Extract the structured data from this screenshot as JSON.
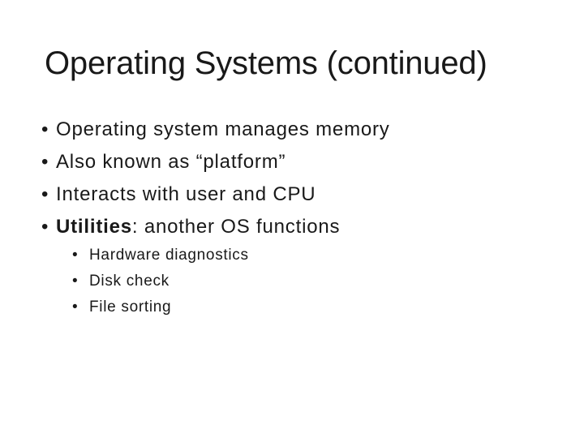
{
  "slide": {
    "title": "Operating Systems (continued)",
    "bullet_marker": "•",
    "bullets": [
      {
        "text": "Operating system manages memory"
      },
      {
        "text": "Also known as “platform”"
      },
      {
        "text": "Interacts with user and CPU"
      },
      {
        "bold": "Utilities",
        "rest": ": another OS functions"
      }
    ],
    "sub_bullets": [
      {
        "text": "Hardware diagnostics"
      },
      {
        "text": "Disk check"
      },
      {
        "text": "File sorting"
      }
    ],
    "colors": {
      "background": "#ffffff",
      "text": "#191919"
    }
  }
}
